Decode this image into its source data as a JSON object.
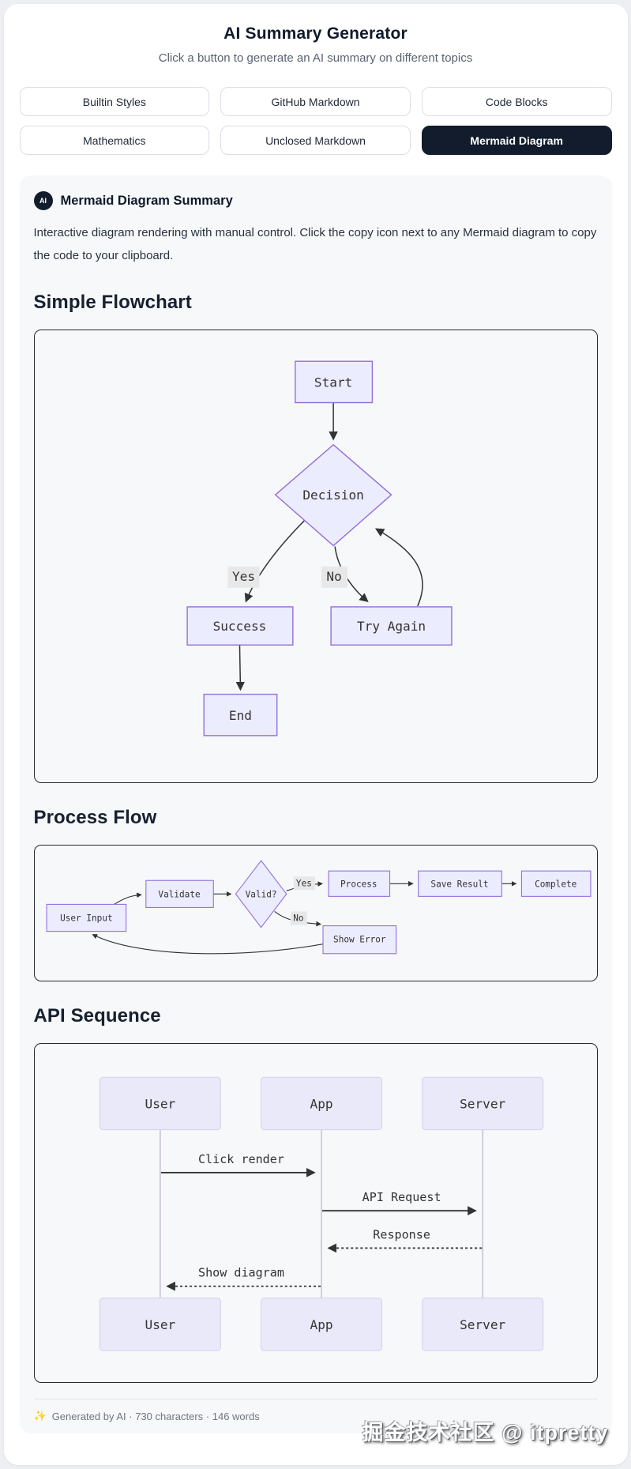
{
  "page": {
    "title": "AI Summary Generator",
    "subtitle": "Click a button to generate an AI summary on different topics"
  },
  "buttons": [
    {
      "label": "Builtin Styles",
      "active": false
    },
    {
      "label": "GitHub Markdown",
      "active": false
    },
    {
      "label": "Code Blocks",
      "active": false
    },
    {
      "label": "Mathematics",
      "active": false
    },
    {
      "label": "Unclosed Markdown",
      "active": false
    },
    {
      "label": "Mermaid Diagram",
      "active": true
    }
  ],
  "summary_card": {
    "badge": "AI",
    "title": "Mermaid Diagram Summary",
    "description": "Interactive diagram rendering with manual control. Click the copy icon next to any Mermaid diagram to copy the code to your clipboard.",
    "footer": {
      "icon": "✨",
      "text": "Generated by AI · 730 characters · 146 words"
    }
  },
  "diagrams": {
    "flowchart": {
      "heading": "Simple Flowchart",
      "nodes": {
        "start": "Start",
        "decision": "Decision",
        "success": "Success",
        "try_again": "Try Again",
        "end": "End"
      },
      "edge_labels": {
        "yes": "Yes",
        "no": "No"
      }
    },
    "process": {
      "heading": "Process Flow",
      "nodes": {
        "user_input": "User Input",
        "validate": "Validate",
        "valid": "Valid?",
        "process": "Process",
        "save_result": "Save Result",
        "complete": "Complete",
        "show_error": "Show Error"
      },
      "edge_labels": {
        "yes": "Yes",
        "no": "No"
      }
    },
    "sequence": {
      "heading": "API Sequence",
      "actors": {
        "user": "User",
        "app": "App",
        "server": "Server"
      },
      "messages": [
        {
          "from": "User",
          "to": "App",
          "text": "Click render",
          "style": "solid"
        },
        {
          "from": "App",
          "to": "Server",
          "text": "API Request",
          "style": "solid"
        },
        {
          "from": "Server",
          "to": "App",
          "text": "Response",
          "style": "dashed"
        },
        {
          "from": "App",
          "to": "User",
          "text": "Show diagram",
          "style": "dashed"
        }
      ]
    }
  },
  "watermark": "掘金技术社区 @ itpretty",
  "colors": {
    "accent_dark": "#131c2c",
    "node_fill": "#ECECFF",
    "node_border": "#9370DB",
    "edge_label_bg": "#e8e8e8",
    "actor_fill": "#E9E9FA",
    "lifeline": "#bdb0cf",
    "edge_stroke": "#333333"
  }
}
